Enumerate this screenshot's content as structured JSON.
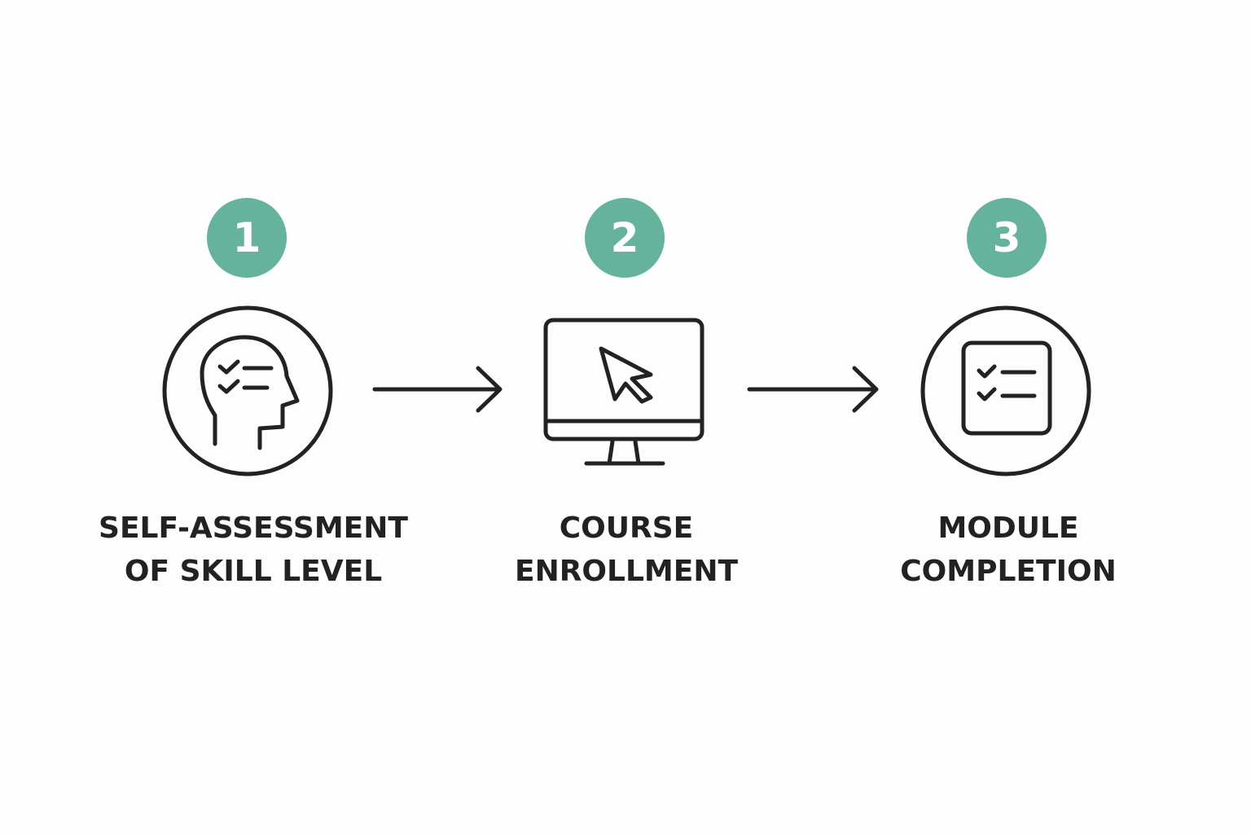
{
  "colors": {
    "badge": "#65b39d",
    "stroke": "#222222",
    "text": "#222222",
    "background": "#fdfdfd"
  },
  "steps": [
    {
      "number": "1",
      "icon": "head-checklist-icon",
      "label_lines": [
        "SELF-ASSESSMENT",
        "OF SKILL LEVEL"
      ]
    },
    {
      "number": "2",
      "icon": "monitor-cursor-icon",
      "label_lines": [
        "COURSE",
        "ENROLLMENT"
      ]
    },
    {
      "number": "3",
      "icon": "checklist-document-icon",
      "label_lines": [
        "MODULE",
        "COMPLETION"
      ]
    }
  ],
  "connectors": [
    {
      "from": "1",
      "to": "2",
      "icon": "right-arrow-icon"
    },
    {
      "from": "2",
      "to": "3",
      "icon": "right-arrow-icon"
    }
  ]
}
